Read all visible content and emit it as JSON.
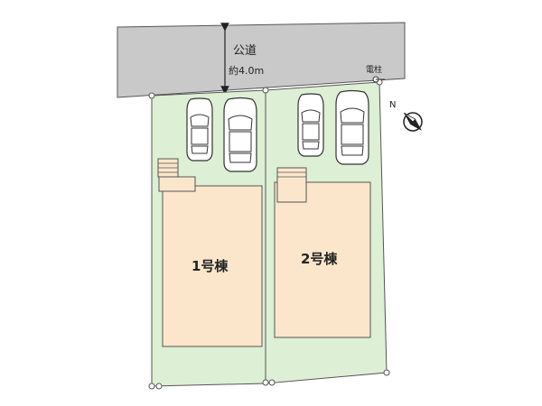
{
  "road": {
    "label": "公道",
    "width_label": "約4.0m"
  },
  "utility_pole": {
    "label": "電柱"
  },
  "buildings": [
    {
      "label": "1号棟"
    },
    {
      "label": "2号棟"
    }
  ],
  "compass": {
    "icon": "north-arrow-icon",
    "north_label": "N"
  },
  "colors": {
    "road": "#c9c9c9",
    "lot": "#ddefd4",
    "building": "#fbe6cc",
    "outline": "#555555"
  }
}
